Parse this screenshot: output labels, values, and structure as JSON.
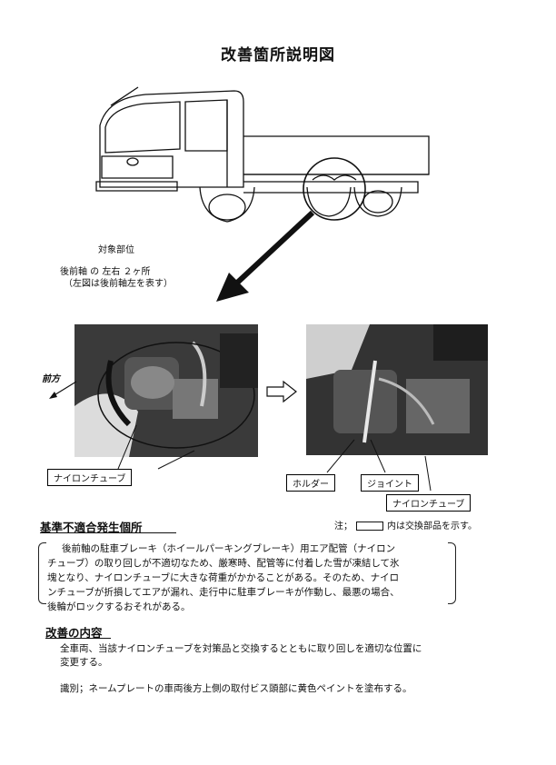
{
  "page_title": "改善箇所説明図",
  "target": {
    "heading": "対象部位",
    "line1": "後前軸 の 左右 ２ヶ所",
    "line2": "（左図は後前軸左を表す）"
  },
  "photo_left": {
    "direction_label": "前方",
    "callout": "ナイロンチューブ"
  },
  "photo_right": {
    "callout_holder": "ホルダー",
    "callout_joint": "ジョイント",
    "callout_tube": "ナイロンチューブ"
  },
  "defect": {
    "heading": "基準不適合発生個所",
    "note_prefix": "注；",
    "note_suffix": "内は交換部品を示す。",
    "lines": [
      "後前軸の駐車ブレーキ（ホイールパーキングブレーキ）用エア配管（ナイロン",
      "チューブ）の取り回しが不適切なため、厳寒時、配管等に付着した雪が凍結して氷",
      "塊となり、ナイロンチューブに大きな荷重がかかることがある。そのため、ナイロ",
      "ンチューブが折損してエアが漏れ、走行中に駐車ブレーキが作動し、最悪の場合、",
      "後輪がロックするおそれがある。"
    ]
  },
  "improvement": {
    "heading": "改善の内容",
    "line1": "全車両、当該ナイロンチューブを対策品と交換するとともに取り回しを適切な位置に",
    "line2": "変更する。",
    "identification": "識別；ネームプレートの車両後方上側の取付ビス頭部に黄色ペイントを塗布する。"
  },
  "colors": {
    "ink": "#111111",
    "photo_dark": "#2b2b2b"
  }
}
